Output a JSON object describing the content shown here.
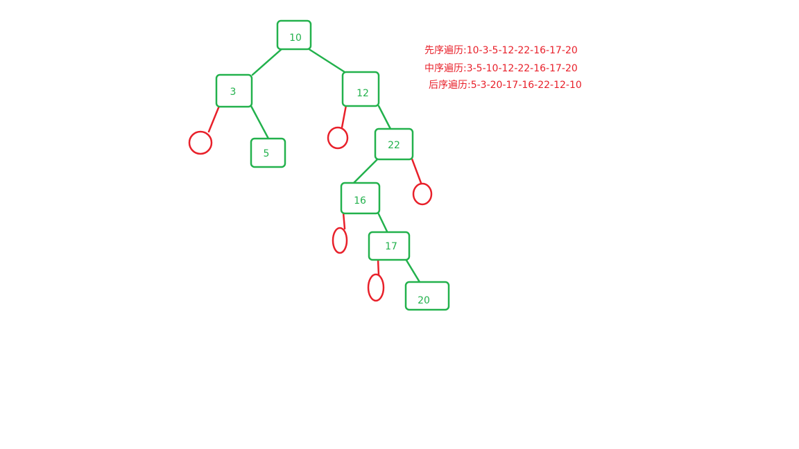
{
  "traversals": {
    "preorder": "先序遍历:10-3-5-12-22-16-17-20",
    "inorder": "中序遍历:3-5-10-12-22-16-17-20",
    "postorder": "后序遍历:5-3-20-17-16-22-12-10"
  },
  "tree": {
    "nodes": [
      {
        "id": "n10",
        "label": "10"
      },
      {
        "id": "n3",
        "label": "3"
      },
      {
        "id": "n12",
        "label": "12"
      },
      {
        "id": "n5",
        "label": "5"
      },
      {
        "id": "n22",
        "label": "22"
      },
      {
        "id": "n16",
        "label": "16"
      },
      {
        "id": "n17",
        "label": "17"
      },
      {
        "id": "n20",
        "label": "20"
      }
    ],
    "edges": [
      [
        "n10",
        "n3"
      ],
      [
        "n10",
        "n12"
      ],
      [
        "n3",
        "n5"
      ],
      [
        "n12",
        "n22"
      ],
      [
        "n22",
        "n16"
      ],
      [
        "n16",
        "n17"
      ],
      [
        "n17",
        "n20"
      ]
    ],
    "null_children": [
      {
        "parent": "n3",
        "side": "left"
      },
      {
        "parent": "n12",
        "side": "left"
      },
      {
        "parent": "n22",
        "side": "right"
      },
      {
        "parent": "n16",
        "side": "left"
      },
      {
        "parent": "n17",
        "side": "left"
      }
    ]
  },
  "colors": {
    "node": "#22b14c",
    "null": "#e8202a",
    "text_annotation": "#e8202a"
  }
}
